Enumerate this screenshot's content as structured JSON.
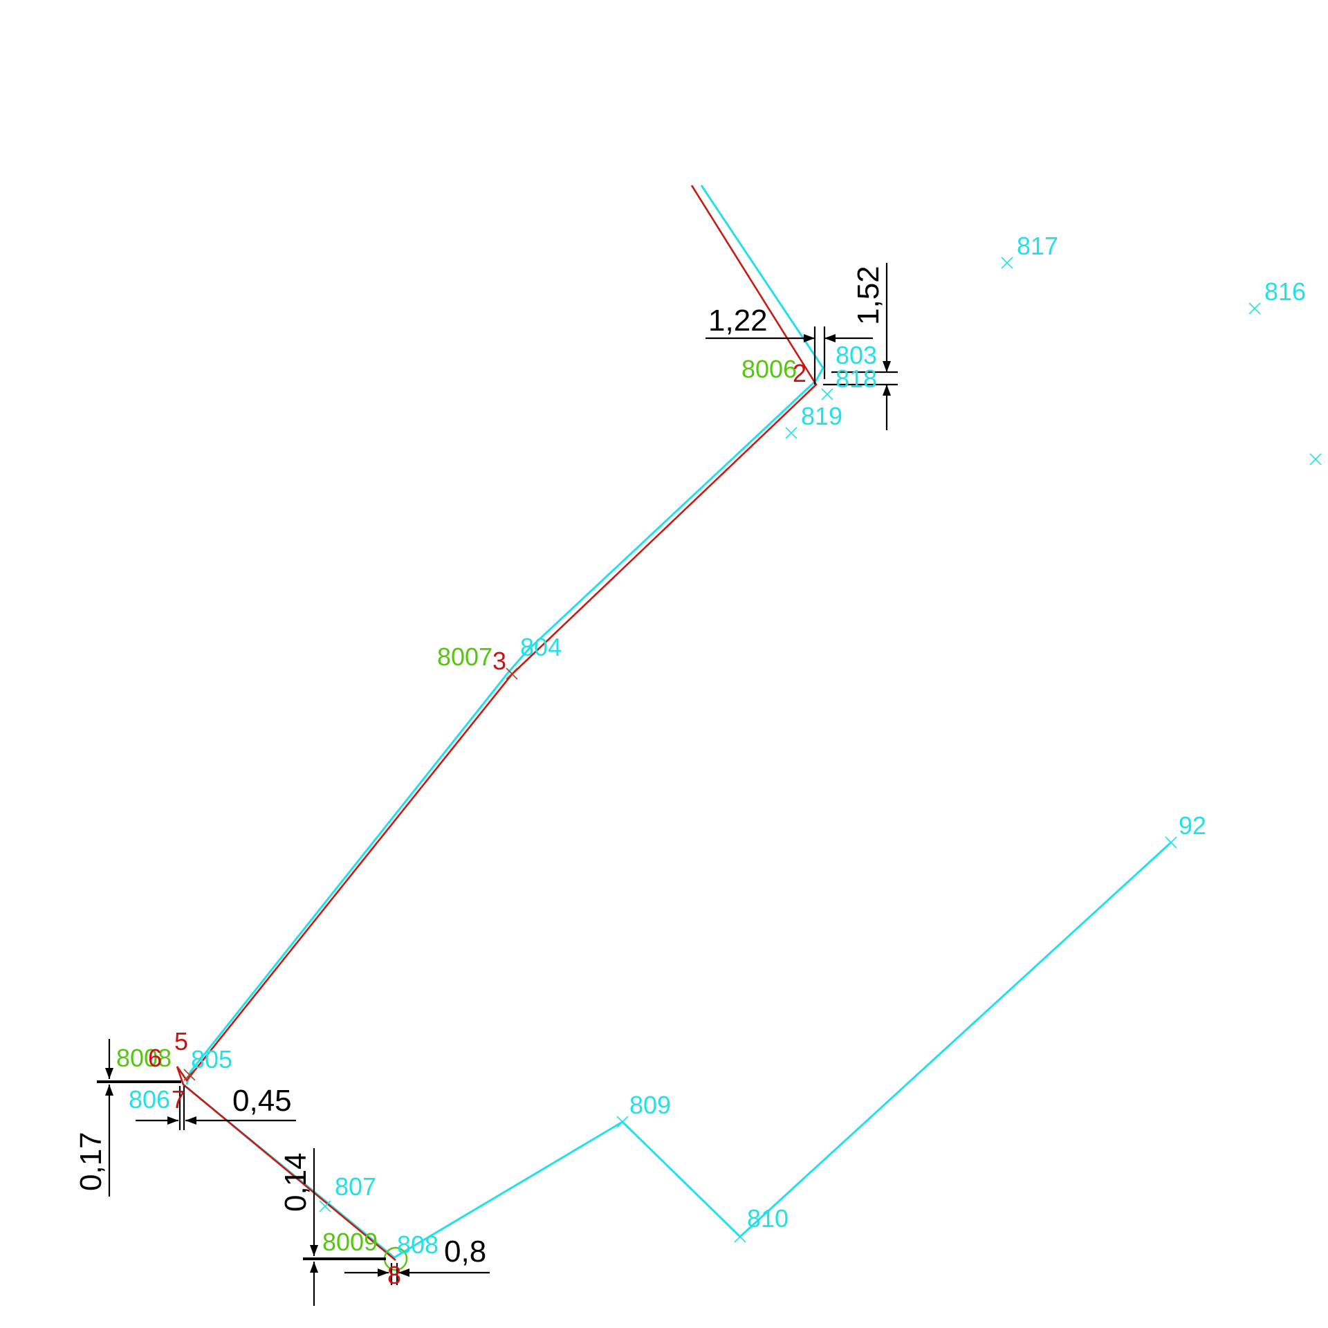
{
  "points": {
    "cyan": {
      "p817": "817",
      "p816": "816",
      "p803": "803",
      "p818": "818",
      "p819": "819",
      "p804": "804",
      "p92": "92",
      "p805": "805",
      "p806": "806",
      "p809": "809",
      "p807": "807",
      "p810": "810",
      "p808": "808"
    },
    "green": {
      "p8006": "8006",
      "p8007": "8007",
      "p8008": "8008",
      "p8009": "8009"
    },
    "red": {
      "v2": "2",
      "v3": "3",
      "v5": "5",
      "v6": "6",
      "v7": "7",
      "v8": "8"
    }
  },
  "dimensions": {
    "d122": "1,22",
    "d152": "1,52",
    "d045": "0,45",
    "d017": "0,17",
    "d014": "0,14",
    "d08": "0,8"
  },
  "colors": {
    "survey_line": "#22e0ea",
    "boundary_line": "#c81a10",
    "boundary_label": "#55c60e",
    "vertex_number": "#cc1010",
    "dimension": "#000000"
  }
}
